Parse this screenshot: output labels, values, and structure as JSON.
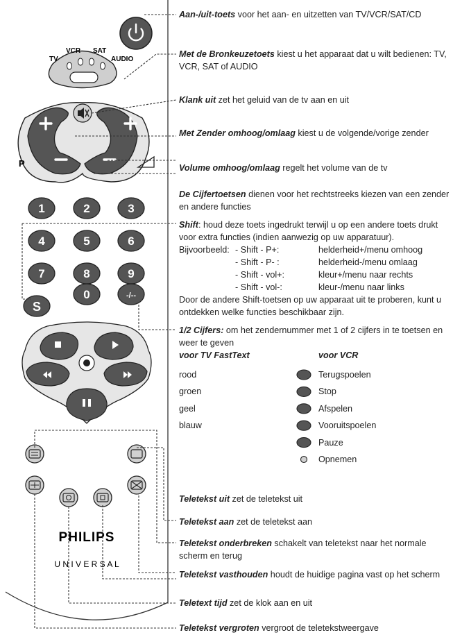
{
  "remote": {
    "source_labels": {
      "tv": "TV",
      "vcr": "VCR",
      "sat": "SAT",
      "audio": "AUDIO"
    },
    "p_label": "P",
    "digits": [
      "1",
      "2",
      "3",
      "4",
      "5",
      "6",
      "7",
      "8",
      "9",
      "0"
    ],
    "shift_label": "S",
    "dash_label": "-/--",
    "brand": "PHILIPS",
    "sub_brand": "U N I V E R S A L"
  },
  "descriptions": [
    {
      "title": "Aan-/uit-toets",
      "text": " voor het aan- en uitzetten van TV/VCR/SAT/CD"
    },
    {
      "title": "Met de Bronkeuzetoets",
      "text": " kiest u het apparaat dat u wilt bedienen: TV, VCR, SAT of AUDIO"
    },
    {
      "title": "Klank uit",
      "text": " zet het geluid van de tv aan en uit"
    },
    {
      "title": "Met Zender omhoog/omlaag",
      "text": " kiest u de volgende/vorige zender"
    },
    {
      "title": "Volume omhoog/omlaag",
      "text": " regelt het volume van de tv"
    },
    {
      "title": "De Cijfertoetsen",
      "text": " dienen voor het rechtstreeks kiezen van een zender en andere functies"
    },
    {
      "title": "1/2 Cijfers:",
      "text": " om het zendernummer met 1 of 2 cijfers in te toetsen en weer te geven"
    },
    {
      "title": "Teletekst uit",
      "text": " zet de teletekst uit"
    },
    {
      "title": "Teletekst aan",
      "text": " zet de teletekst aan"
    },
    {
      "title": "Teletekst onderbreken",
      "text": " schakelt van teletekst naar het normale scherm en terug"
    },
    {
      "title": "Teletekst vasthouden",
      "text": " houdt de huidige pagina vast op het scherm"
    },
    {
      "title": "Teletext tijd",
      "text": " zet de klok aan en uit"
    },
    {
      "title": "Teletekst vergroten",
      "text": " vergroot de teletekstweergave"
    }
  ],
  "shift": {
    "title": "Shift",
    "intro": ": houd deze toets ingedrukt terwijl u op een andere toets drukt voor extra functies (indien aanwezig op uw apparatuur).",
    "example_label": "Bijvoorbeeld:",
    "examples": [
      {
        "combo": "- Shift - P+:",
        "result": "helderheid+/menu omhoog"
      },
      {
        "combo": "- Shift - P- :",
        "result": "helderheid-/menu omlaag"
      },
      {
        "combo": "- Shift - vol+:",
        "result": "kleur+/menu naar rechts"
      },
      {
        "combo": "- Shift - vol-:",
        "result": "kleur-/menu naar links"
      }
    ],
    "outro": "Door de andere Shift-toetsen op uw apparaat uit te proberen, kunt u ontdekken welke functies beschikbaar zijn."
  },
  "color_table": {
    "tv_header": "voor TV FastText",
    "vcr_header": "voor VCR",
    "tv_items": [
      "rood",
      "groen",
      "geel",
      "blauw"
    ],
    "vcr_items": [
      "Terugspoelen",
      "Stop",
      "Afspelen",
      "Vooruitspoelen",
      "Pauze",
      "Opnemen"
    ]
  },
  "colors": {
    "button_dark": "#555555",
    "button_light": "#d0d0d0",
    "panel": "#e6e6e6",
    "line": "#333333"
  }
}
